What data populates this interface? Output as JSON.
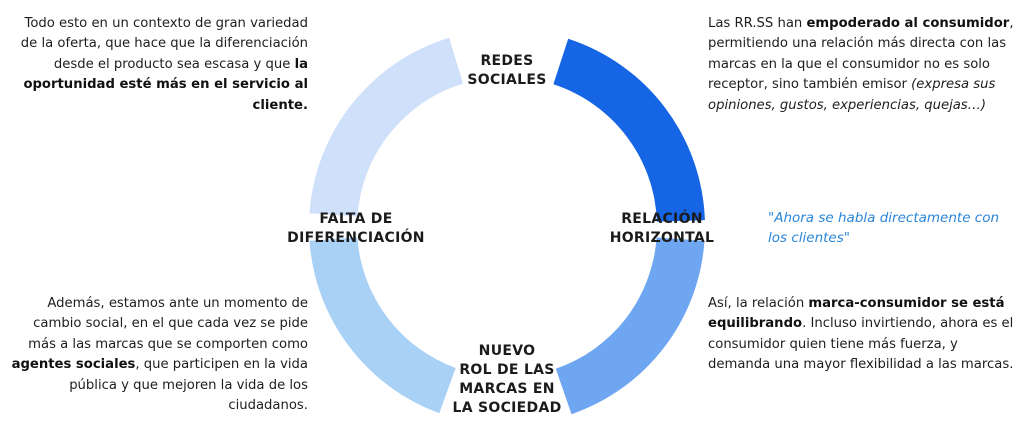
{
  "colors": {
    "arc_top_left": "#cfe0fb",
    "arc_top_right": "#1565e5",
    "arc_bottom_right": "#6fa6f2",
    "arc_bottom_left": "#a9d0f5",
    "quote": "#2b86d9"
  },
  "nodes": {
    "top": [
      "REDES",
      "SOCIALES"
    ],
    "right": [
      "RELACIÓN",
      "HORIZONTAL"
    ],
    "bottom": [
      "NUEVO",
      "ROL DE LAS",
      "MARCAS EN",
      "LA SOCIEDAD"
    ],
    "left": [
      "FALTA DE",
      "DIFERENCIACIÓN"
    ]
  },
  "texts": {
    "top_left": {
      "t1": "Todo esto en un contexto de gran variedad de la oferta, que hace que la diferenciación desde el producto sea escasa y que ",
      "b1": "la oportunidad esté más en el servicio al cliente."
    },
    "top_right": {
      "t1": "Las RR.SS han ",
      "b1": "empoderado al consumidor",
      "t2": ", permitiendo una relación más directa con las marcas en la que el consumidor no es solo receptor, sino también emisor ",
      "i1": "(expresa sus opiniones, gustos, experiencias, quejas…)"
    },
    "quote": "\"Ahora se habla directamente con los clientes\"",
    "bottom_left": {
      "t1": "Además, estamos ante un momento de cambio social, en el que cada vez se pide más a las marcas que se comporten como ",
      "b1": "agentes sociales",
      "t2": ", que participen  en la vida pública y que mejoren la vida de los ciudadanos."
    },
    "bottom_right": {
      "t1": "Así, la relación ",
      "b1": "marca-consumidor se está equilibrando",
      "t2": ". Incluso invirtiendo, ahora es el consumidor quien tiene más fuerza, y demanda una mayor flexibilidad a las marcas."
    }
  }
}
